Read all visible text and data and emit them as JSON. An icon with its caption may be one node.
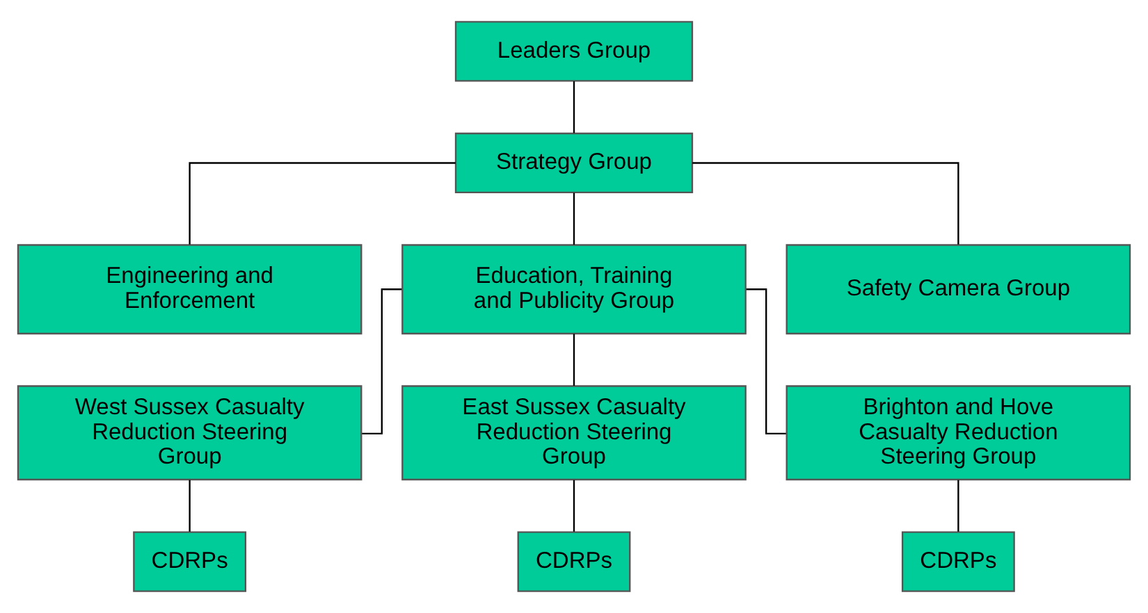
{
  "diagram": {
    "nodes": [
      {
        "text": [
          "Leaders Group"
        ]
      },
      {
        "text": [
          "Strategy Group"
        ]
      },
      {
        "text": [
          "Engineering and Enforcement"
        ]
      },
      {
        "text": [
          "Education, Training and Publicity Group"
        ]
      },
      {
        "text": [
          "Safety Camera Group"
        ]
      },
      {
        "text": [
          "West Sussex Casualty Reduction Steering Group"
        ]
      },
      {
        "text": [
          "East Sussex Casualty Reduction Steering Group"
        ]
      },
      {
        "text": [
          "Brighton and Hove Casualty Reduction Steering Group"
        ]
      },
      {
        "text": [
          "CDRPs"
        ]
      },
      {
        "text": [
          "CDRPs"
        ]
      },
      {
        "text": [
          "CDRPs"
        ]
      }
    ],
    "edges": [
      {
        "from": 0,
        "to": 1,
        "arrow": "none"
      },
      {
        "from": 1,
        "to": 2,
        "arrow": "none"
      },
      {
        "from": 1,
        "to": 3,
        "arrow": "none"
      },
      {
        "from": 1,
        "to": 4,
        "arrow": "none"
      },
      {
        "from": 3,
        "to": 5,
        "arrow": "none"
      },
      {
        "from": 3,
        "to": 6,
        "arrow": "none"
      },
      {
        "from": 3,
        "to": 7,
        "arrow": "none"
      },
      {
        "from": 5,
        "to": 8,
        "arrow": "none"
      },
      {
        "from": 6,
        "to": 9,
        "arrow": "none"
      },
      {
        "from": 7,
        "to": 10,
        "arrow": "none"
      }
    ]
  }
}
